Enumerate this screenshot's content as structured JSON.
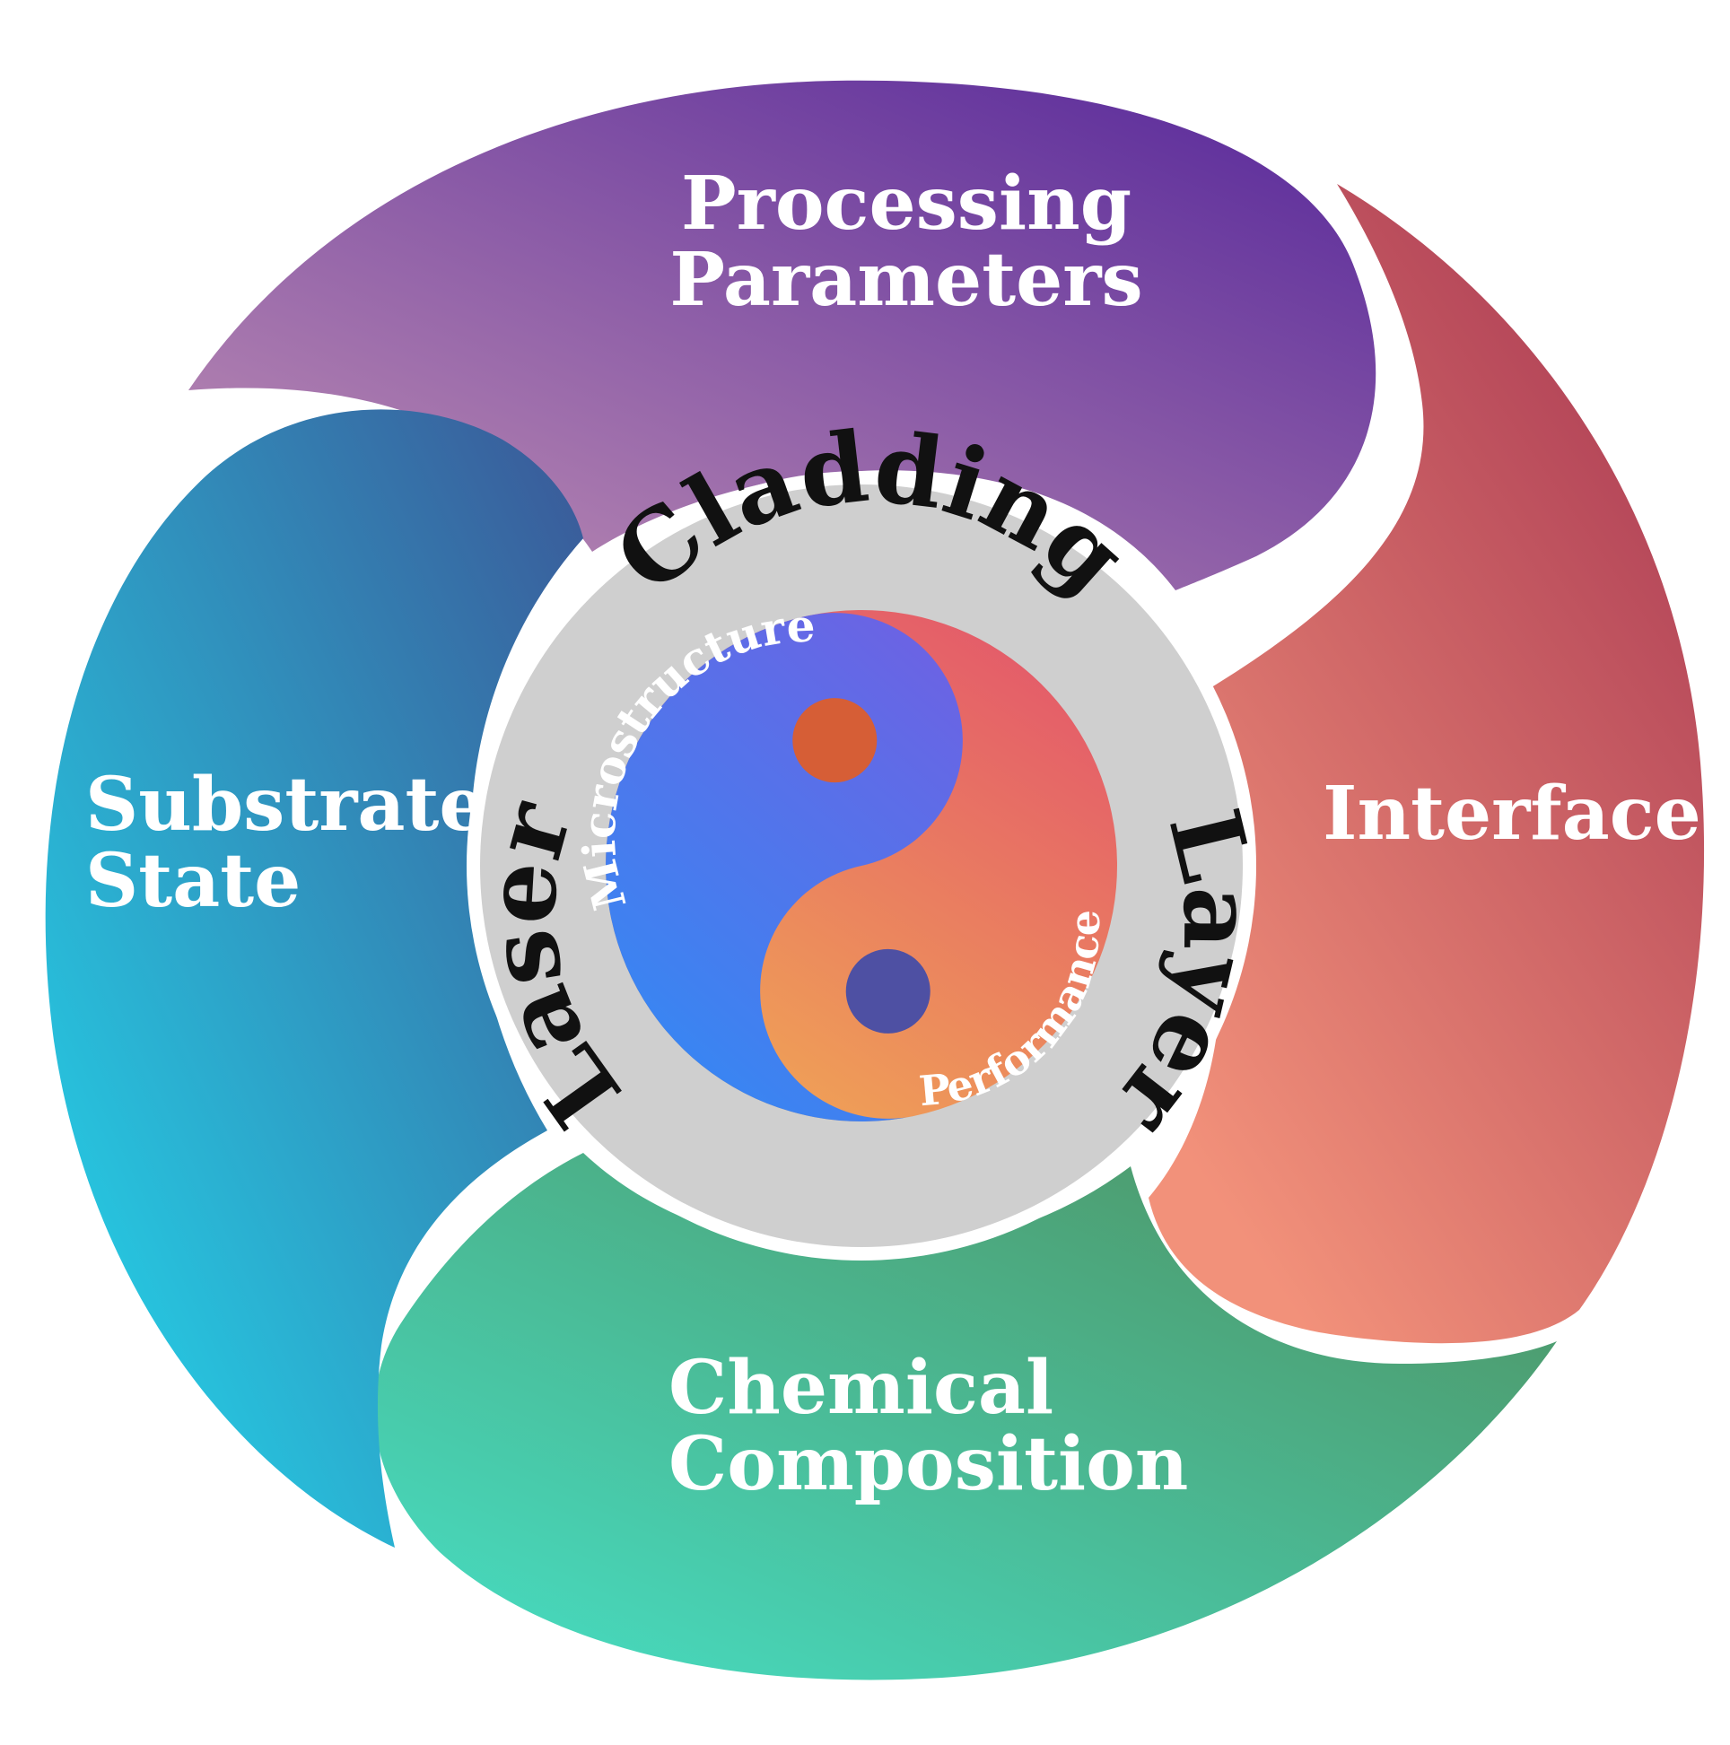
{
  "petals": {
    "processing": {
      "line1": "Processing",
      "line2": "Parameters",
      "color_start": "#c292b4",
      "color_end": "#55269a"
    },
    "interface": {
      "label": "Interface",
      "color_start": "#a43250",
      "color_end": "#f2917a"
    },
    "chemical": {
      "line1": "Chemical",
      "line2": "Composition",
      "color_start": "#46e0c6",
      "color_end": "#4f8f5e"
    },
    "substrate": {
      "line1": "Substrate",
      "line2": "State",
      "color_start": "#3b5797",
      "color_end": "#22dcee"
    }
  },
  "center": {
    "ring_color": "#cfcfcf",
    "words": {
      "laser": "Laser",
      "cladding": "Cladding",
      "layer": "Layer"
    },
    "yin_yang": {
      "microstructure": "Microstructure",
      "performance": "Performance",
      "blue_color": "#3f7ff0",
      "warm_color": "#ee7a55",
      "dot_top_color": "#d65e36",
      "dot_bottom_color": "#4e50a3"
    }
  }
}
